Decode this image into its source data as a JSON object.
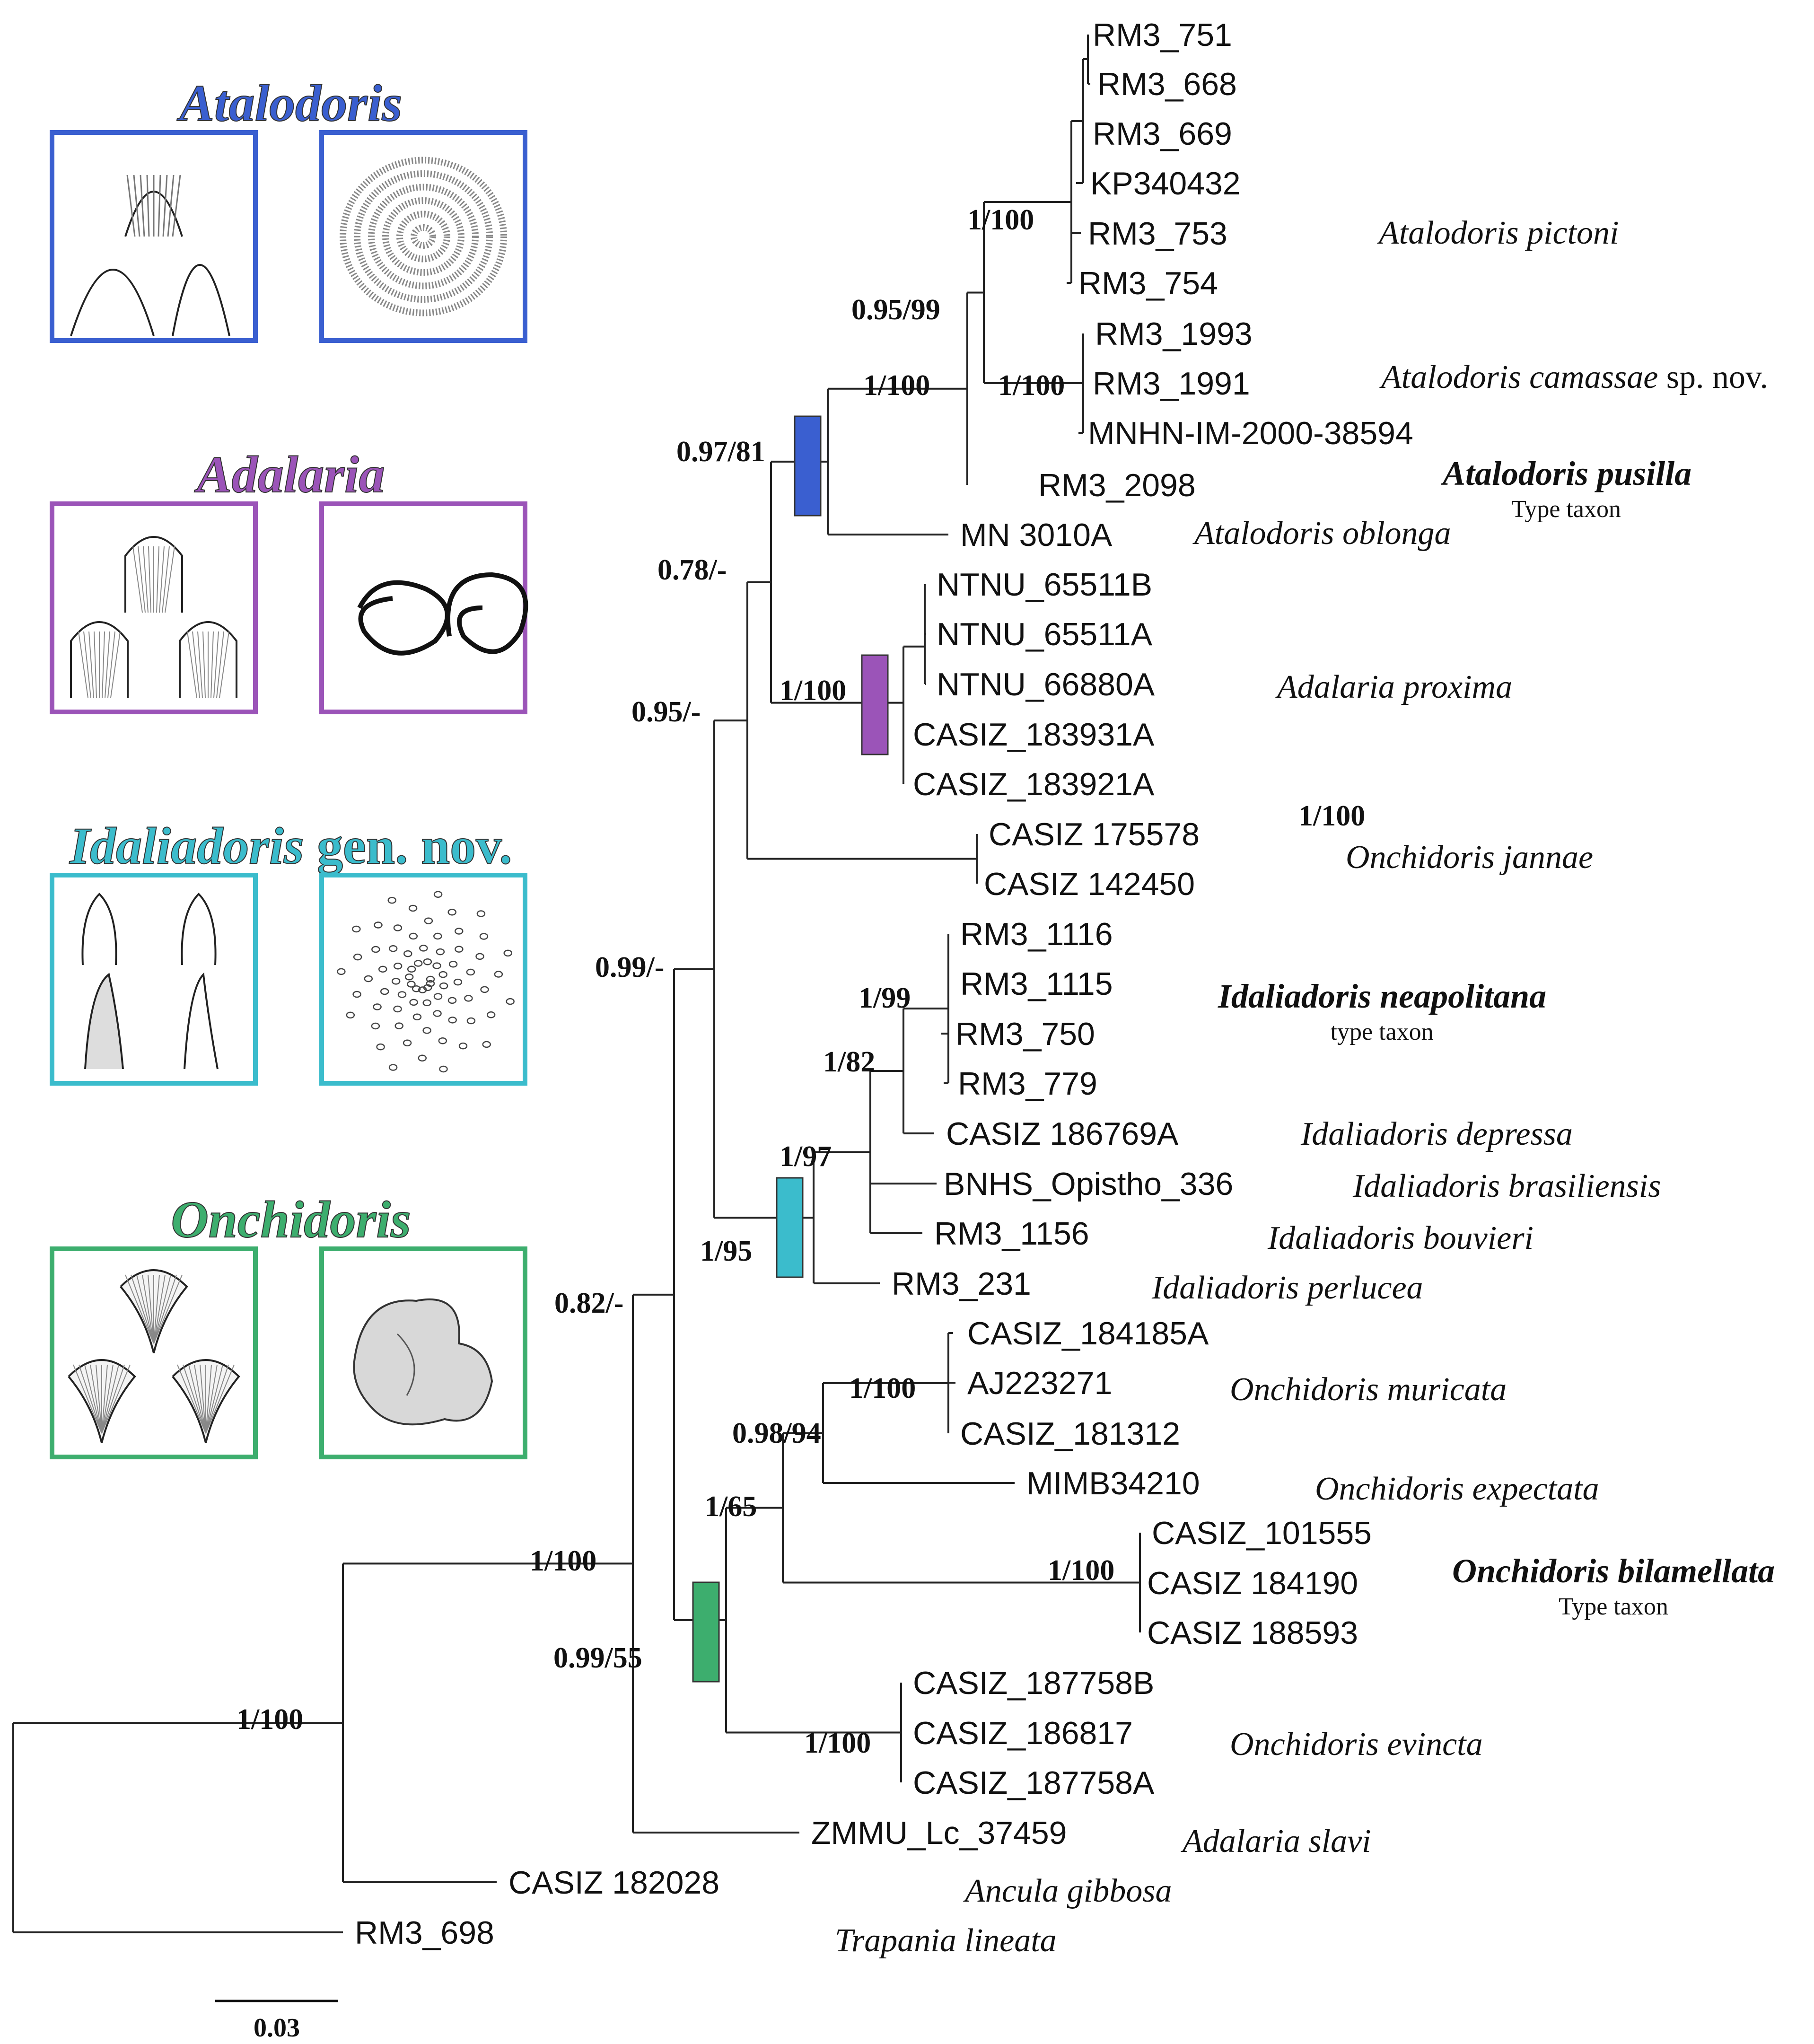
{
  "colors": {
    "atalodoris": "#3a5fd0",
    "adalaria": "#9b54b8",
    "idaliadoris": "#3bbccc",
    "onchidoris": "#3dae6e"
  },
  "panels": [
    {
      "genus": "Atalodoris",
      "suffix": "",
      "color": "#3a5fd0",
      "left_icon": "radula-tooth-atalodoris-icon",
      "right_icon": "egg-ribbon-spiral-icon"
    },
    {
      "genus": "Adalaria",
      "suffix": "",
      "color": "#9b54b8",
      "left_icon": "radula-tooth-adalaria-icon",
      "right_icon": "egg-ribbon-coils-icon"
    },
    {
      "genus": "Idaliadoris",
      "suffix": " gen. nov.",
      "color": "#3bbccc",
      "left_icon": "radula-tooth-idaliadoris-icon",
      "right_icon": "egg-dots-spiral-icon"
    },
    {
      "genus": "Onchidoris",
      "suffix": "",
      "color": "#3dae6e",
      "left_icon": "radula-tooth-onchidoris-icon",
      "right_icon": "egg-mass-folded-icon"
    }
  ],
  "tips": [
    "RM3_751",
    "RM3_668",
    "RM3_669",
    "KP340432",
    "RM3_753",
    "RM3_754",
    "RM3_1993",
    "RM3_1991",
    "MNHN-IM-2000-38594",
    "RM3_2098",
    "MN 3010A",
    "NTNU_65511B",
    "NTNU_65511A",
    "NTNU_66880A",
    "CASIZ_183931A",
    "CASIZ_183921A",
    "CASIZ 175578",
    "CASIZ 142450",
    "RM3_1116",
    "RM3_1115",
    "RM3_750",
    "RM3_779",
    "CASIZ 186769A",
    "BNHS_Opistho_336",
    "RM3_1156",
    "RM3_231",
    "CASIZ_184185A",
    "AJ223271",
    "CASIZ_181312",
    "MIMB34210",
    "CASIZ_101555",
    "CASIZ 184190",
    "CASIZ 188593",
    "CASIZ_187758B",
    "CASIZ_186817",
    "CASIZ_187758A",
    "ZMMU_Lc_37459",
    "CASIZ 182028",
    "RM3_698"
  ],
  "supports": [
    "1/100",
    "0.95/99",
    "1/100",
    "1/100",
    "0.97/81",
    "0.78/-",
    "1/100",
    "1/100",
    "0.95/-",
    "1/99",
    "1/82",
    "1/97",
    "1/95",
    "0.99/-",
    "1/100",
    "0.98/94",
    "1/100",
    "1/65",
    "1/100",
    "0.99/55",
    "0.82/-",
    "1/100",
    "1/100"
  ],
  "species": [
    {
      "name": "Atalodoris pictoni",
      "suffix": "",
      "bold": false
    },
    {
      "name": "Atalodoris camassae",
      "suffix": " sp. nov.",
      "bold": false
    },
    {
      "name": "Atalodoris pusilla",
      "suffix": "",
      "bold": true,
      "note": "Type taxon"
    },
    {
      "name": "Atalodoris oblonga",
      "suffix": "",
      "bold": false
    },
    {
      "name": "Adalaria proxima",
      "suffix": "",
      "bold": false
    },
    {
      "name": "Onchidoris jannae",
      "suffix": "",
      "bold": false
    },
    {
      "name": "Idaliadoris neapolitana",
      "suffix": "",
      "bold": true,
      "note": "type taxon"
    },
    {
      "name": "Idaliadoris depressa",
      "suffix": "",
      "bold": false
    },
    {
      "name": "Idaliadoris brasiliensis",
      "suffix": "",
      "bold": false
    },
    {
      "name": "Idaliadoris bouvieri",
      "suffix": "",
      "bold": false
    },
    {
      "name": "Idaliadoris perlucea",
      "suffix": "",
      "bold": false
    },
    {
      "name": "Onchidoris muricata",
      "suffix": "",
      "bold": false
    },
    {
      "name": "Onchidoris expectata",
      "suffix": "",
      "bold": false
    },
    {
      "name": "Onchidoris bilamellata",
      "suffix": "",
      "bold": true,
      "note": "Type taxon"
    },
    {
      "name": "Onchidoris evincta",
      "suffix": "",
      "bold": false
    },
    {
      "name": "Adalaria slavi",
      "suffix": "",
      "bold": false
    },
    {
      "name": "Ancula gibbosa",
      "suffix": "",
      "bold": false
    },
    {
      "name": "Trapania lineata",
      "suffix": "",
      "bold": false
    }
  ],
  "scale_bar": {
    "label": "0.03"
  }
}
